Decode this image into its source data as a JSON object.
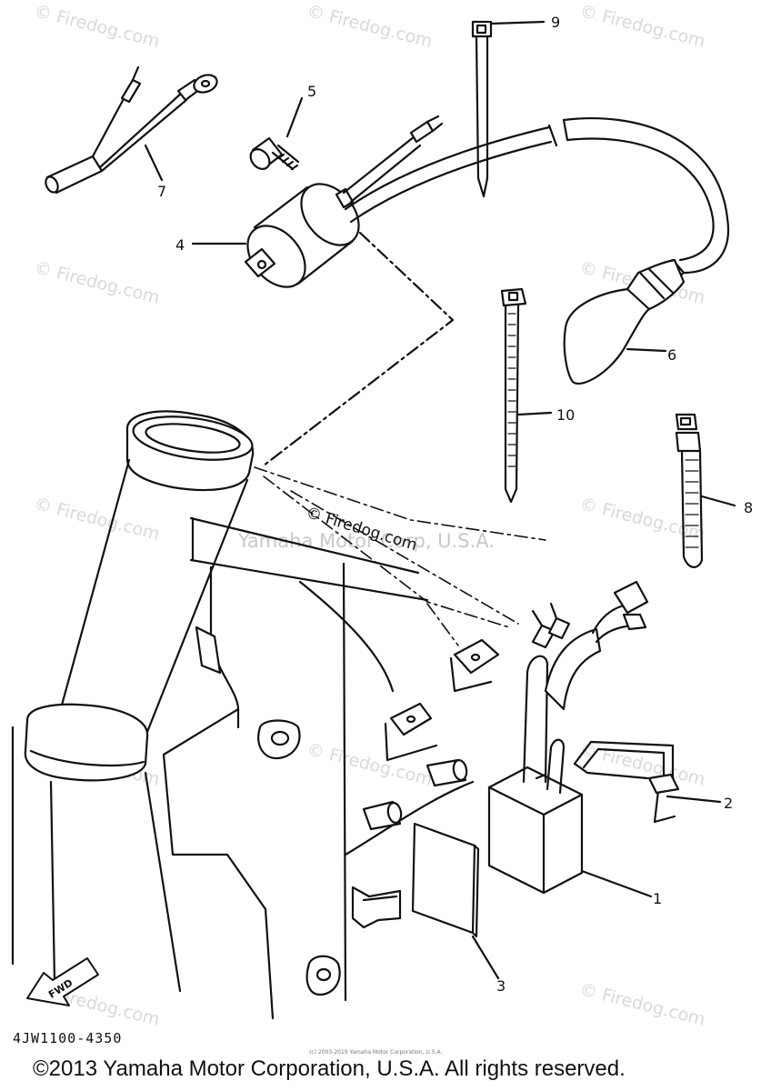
{
  "callouts": [
    {
      "id": "1",
      "text": "1"
    },
    {
      "id": "2",
      "text": "2"
    },
    {
      "id": "3",
      "text": "3"
    },
    {
      "id": "4",
      "text": "4"
    },
    {
      "id": "5",
      "text": "5"
    },
    {
      "id": "6",
      "text": "6"
    },
    {
      "id": "7",
      "text": "7"
    },
    {
      "id": "8",
      "text": "8"
    },
    {
      "id": "9",
      "text": "9"
    },
    {
      "id": "10",
      "text": "10"
    }
  ],
  "fwd_label": "FWD",
  "part_code": "4JW1100-4350",
  "copyright": "©2013 Yamaha Motor Corporation, U.S.A. All rights reserved.",
  "small_note": "(c) 2003-2019 Yamaha Motor Corporation, U.S.A.",
  "center_stamp": "© Firedog.com",
  "center_watermark": "Yamaha Motor Corp, U.S.A.",
  "watermark": "© Firedog.com"
}
